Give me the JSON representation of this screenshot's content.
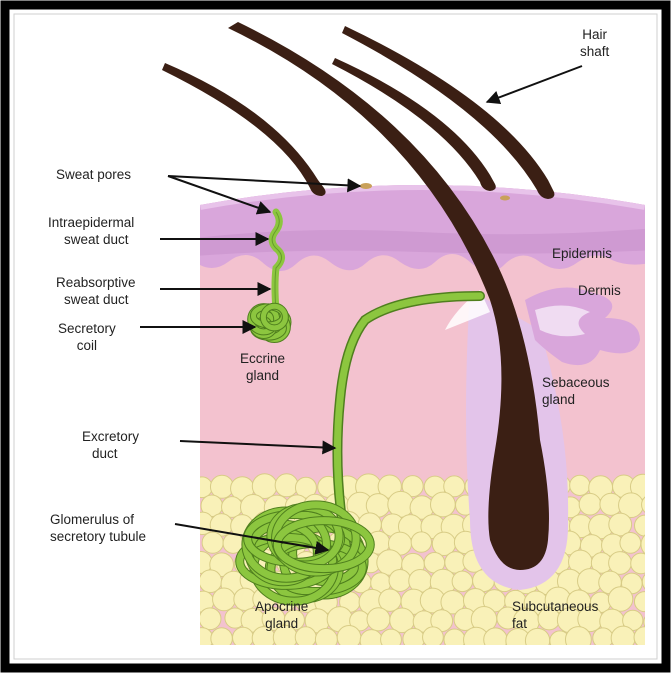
{
  "labels": {
    "hair_shaft": [
      "Hair",
      "shaft"
    ],
    "sweat_pores": "Sweat pores",
    "intraepidermal_sweat_duct": [
      "Intraepidermal",
      "sweat duct"
    ],
    "reabsorptive_sweat_duct": [
      "Reabsorptive",
      "sweat duct"
    ],
    "secretory_coil": [
      "Secretory",
      "coil"
    ],
    "eccrine_gland": [
      "Eccrine",
      "gland"
    ],
    "epidermis": "Epidermis",
    "dermis": "Dermis",
    "sebaceous_gland": [
      "Sebaceous",
      "gland"
    ],
    "excretory_duct": [
      "Excretory",
      "duct"
    ],
    "glomerulus_of_secretory_tubule": [
      "Glomerulus of",
      "secretory tubule"
    ],
    "apocrine_gland": [
      "Apocrine",
      "gland"
    ],
    "subcutaneous_fat": [
      "Subcutaneous",
      "fat"
    ]
  },
  "colors": {
    "frame": "#000000",
    "epidermis": "#d9a6db",
    "epidermis_dark": "#c78fcb",
    "dermis": "#f3c2cf",
    "fat_fill": "#f9f1b8",
    "fat_stroke": "#d8cc86",
    "hair": "#3b1f14",
    "gland": "#8cc63f",
    "gland_dark": "#4f7f1e",
    "sebaceous": "#e3c4ea",
    "arrow": "#111111"
  }
}
